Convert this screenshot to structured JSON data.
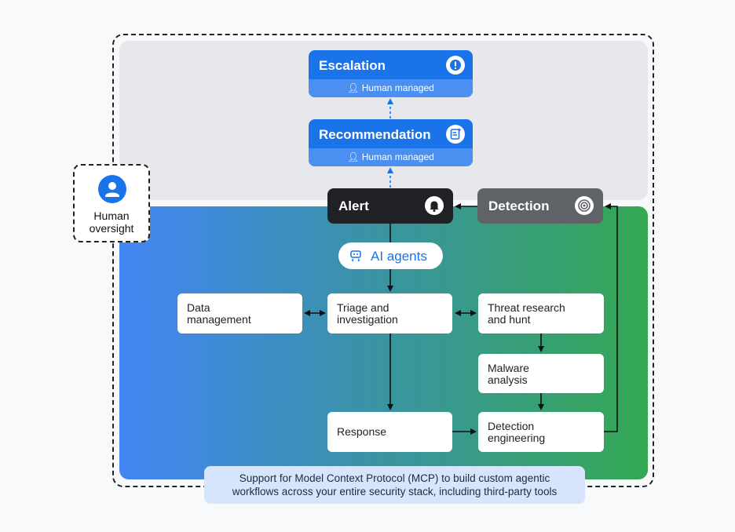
{
  "human": {
    "line1": "Human",
    "line2": "oversight",
    "icon": "person-icon"
  },
  "escalation": {
    "title": "Escalation",
    "sub": "Human managed",
    "icon": "alert-badge-icon"
  },
  "recommendation": {
    "title": "Recommendation",
    "sub": "Human managed",
    "icon": "document-sparkle-icon"
  },
  "alert": {
    "title": "Alert",
    "icon": "bell-icon"
  },
  "detection": {
    "title": "Detection",
    "icon": "target-icon"
  },
  "ai_agents": {
    "label": "AI agents",
    "icon": "agent-bot-icon"
  },
  "boxes": {
    "data_management": [
      "Data",
      "management"
    ],
    "triage": [
      "Triage and",
      "investigation"
    ],
    "threat_research": [
      "Threat research",
      "and hunt"
    ],
    "malware": [
      "Malware",
      "analysis"
    ],
    "response": [
      "Response"
    ],
    "detection_engineering": [
      "Detection",
      "engineering"
    ]
  },
  "note": {
    "line1": "Support for Model Context Protocol (MCP) to build custom agentic",
    "line2": "workflows across your entire security stack, including third-party tools"
  },
  "colors": {
    "blue": "#1a73e8",
    "alert_bg": "#202124",
    "detection_bg": "#5f6368",
    "gradient_start": "#4285f4",
    "gradient_end": "#34a853",
    "note_bg": "#d6e5fb"
  }
}
